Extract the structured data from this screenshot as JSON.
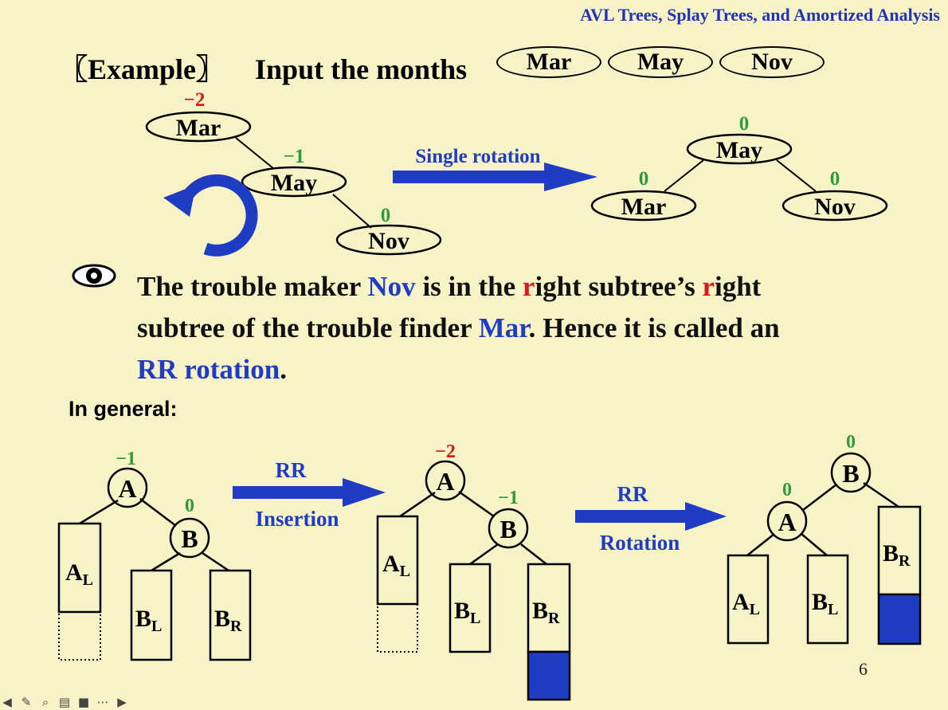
{
  "header": "AVL Trees, Splay Trees, and Amortized Analysis",
  "example": {
    "label": "〖Example〗",
    "text": "Input the months",
    "months": [
      "Mar",
      "May",
      "Nov"
    ]
  },
  "top_left_tree": {
    "nodes": [
      {
        "name": "Mar",
        "bf": "−2",
        "bf_color": "#d51a1a"
      },
      {
        "name": "May",
        "bf": "−1",
        "bf_color": "#2e9a3a"
      },
      {
        "name": "Nov",
        "bf": "0",
        "bf_color": "#2e9a3a"
      }
    ]
  },
  "single_rotation_label": "Single rotation",
  "top_right_tree": {
    "nodes": [
      {
        "name": "May",
        "bf": "0"
      },
      {
        "name": "Mar",
        "bf": "0"
      },
      {
        "name": "Nov",
        "bf": "0"
      }
    ]
  },
  "explanation": {
    "p1": "The trouble maker ",
    "maker": "Nov",
    "p2": " is in the ",
    "r1": "r",
    "p3": "ight subtree’s ",
    "r2": "r",
    "p4": "ight",
    "p5": "subtree of the trouble finder ",
    "finder": "Mar",
    "p6": ".  Hence it is called an",
    "rr": "RR rotation",
    "p7": "."
  },
  "in_general": "In general:",
  "general": {
    "tree1": {
      "A": "A",
      "A_bf": "−1",
      "B": "B",
      "B_bf": "0",
      "AL": "A",
      "AL_sub": "L",
      "BL": "B",
      "BL_sub": "L",
      "BR": "B",
      "BR_sub": "R"
    },
    "arrow1": {
      "top": "RR",
      "bottom": "Insertion"
    },
    "tree2": {
      "A": "A",
      "A_bf": "−2",
      "B": "B",
      "B_bf": "−1",
      "AL": "A",
      "AL_sub": "L",
      "BL": "B",
      "BL_sub": "L",
      "BR": "B",
      "BR_sub": "R"
    },
    "arrow2": {
      "top": "RR",
      "bottom": "Rotation"
    },
    "tree3": {
      "B": "B",
      "B_bf": "0",
      "A": "A",
      "A_bf": "0",
      "AL": "A",
      "AL_sub": "L",
      "BL": "B",
      "BL_sub": "L",
      "BR": "B",
      "BR_sub": "R"
    }
  },
  "page_number": "6",
  "colors": {
    "background": "#f7f3c7",
    "blue": "#1f3dc2",
    "red": "#d51a1a",
    "green": "#2e9a3a"
  },
  "toolbar_icons": [
    "back-icon",
    "pencil-icon",
    "zoom-icon",
    "captions-icon",
    "camera-icon",
    "more-icon",
    "forward-icon"
  ]
}
